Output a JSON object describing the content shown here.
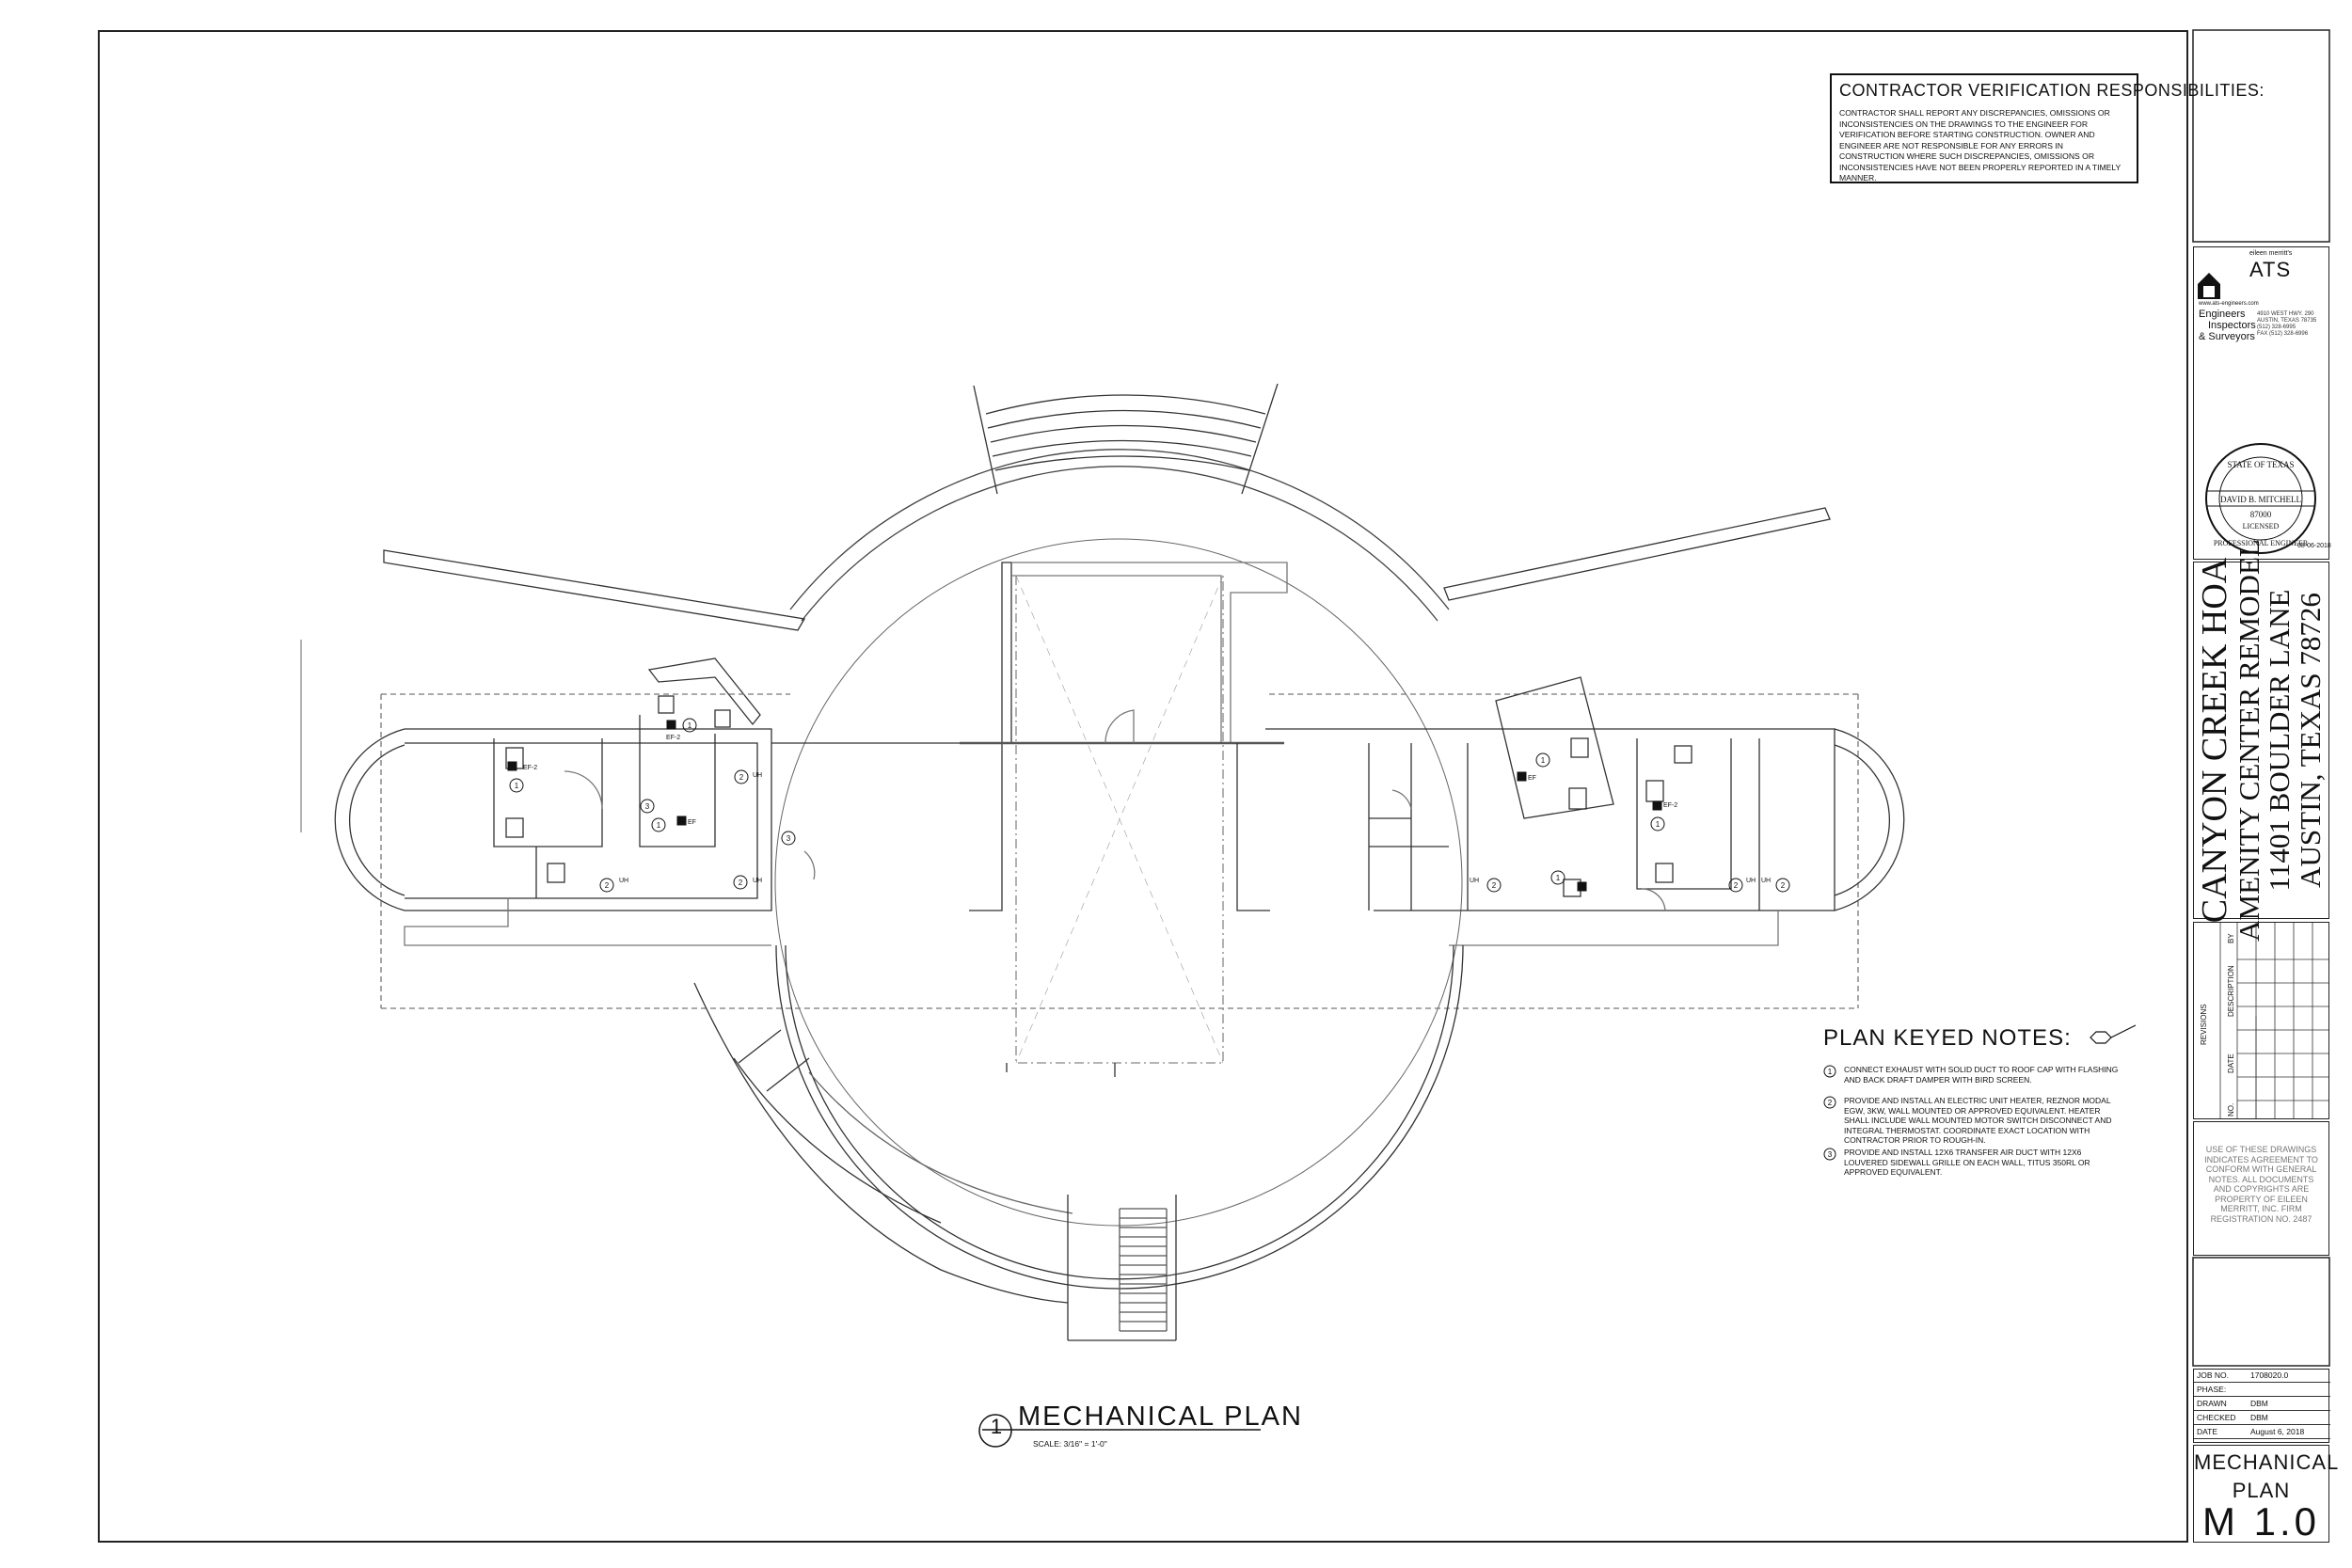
{
  "contractor_verification": {
    "title": "CONTRACTOR VERIFICATION RESPONSIBILITIES:",
    "body": "CONTRACTOR SHALL REPORT ANY DISCREPANCIES, OMISSIONS OR INCONSISTENCIES ON THE DRAWINGS TO THE ENGINEER FOR VERIFICATION BEFORE STARTING CONSTRUCTION. OWNER AND ENGINEER ARE NOT RESPONSIBLE FOR ANY ERRORS IN CONSTRUCTION WHERE SUCH DISCREPANCIES, OMISSIONS OR INCONSISTENCIES HAVE NOT BEEN PROPERLY REPORTED IN A TIMELY MANNER."
  },
  "firm": {
    "owner": "eileen merritt's",
    "name": "ATS",
    "website": "www.ats-engineers.com",
    "line1": "Engineers",
    "line2": "Inspectors",
    "line3": "& Surveyors",
    "addr1": "4910 WEST HWY. 290",
    "addr2": "AUSTIN, TEXAS 78735",
    "addr3": "(512) 328-6995",
    "addr4": "FAX (512) 328-6996"
  },
  "seal": {
    "state": "STATE OF TEXAS",
    "name": "DAVID B. MITCHELL",
    "number": "87000",
    "licensed": "LICENSED",
    "profession": "PROFESSIONAL ENGINEER",
    "date": "08-06-2018"
  },
  "project": {
    "line1": "CANYON CREEK HOA",
    "line2": "AMENITY CENTER REMODEL",
    "line3": "11401 BOULDER LANE",
    "line4": "AUSTIN, TEXAS 78726"
  },
  "revisions": {
    "heading": "REVISIONS",
    "col_no": "NO.",
    "col_date": "DATE",
    "col_desc": "DESCRIPTION",
    "col_by": "BY"
  },
  "use_notice": "USE OF THESE DRAWINGS INDICATES AGREEMENT TO CONFORM WITH GENERAL NOTES. ALL DOCUMENTS AND COPYRIGHTS ARE PROPERTY OF EILEEN MERRITT, INC. FIRM REGISTRATION NO. 2487",
  "job": {
    "job_no_label": "JOB NO.",
    "job_no": "1708020.0",
    "phase_label": "PHASE:",
    "phase": "",
    "drawn_label": "DRAWN",
    "drawn": "DBM",
    "checked_label": "CHECKED",
    "checked": "DBM",
    "date_label": "DATE",
    "date": "August 6, 2018"
  },
  "sheet": {
    "title_line1": "MECHANICAL",
    "title_line2": "PLAN",
    "number": "M 1.0"
  },
  "keyed_notes": {
    "title": "PLAN KEYED NOTES:",
    "notes": [
      {
        "num": "1",
        "text": "CONNECT EXHAUST WITH SOLID DUCT TO ROOF CAP WITH FLASHING AND BACK DRAFT DAMPER WITH BIRD SCREEN."
      },
      {
        "num": "2",
        "text": "PROVIDE AND INSTALL AN ELECTRIC UNIT HEATER, REZNOR MODAL EGW, 3KW, WALL MOUNTED OR APPROVED EQUIVALENT. HEATER SHALL INCLUDE WALL MOUNTED MOTOR SWITCH DISCONNECT AND INTEGRAL THERMOSTAT. COORDINATE EXACT LOCATION WITH CONTRACTOR PRIOR TO ROUGH-IN."
      },
      {
        "num": "3",
        "text": "PROVIDE AND INSTALL 12x6 TRANSFER AIR DUCT WITH 12X6 LOUVERED SIDEWALL GRILLE ON EACH WALL, TITUS 350RL OR APPROVED EQUIVALENT."
      }
    ]
  },
  "drawing": {
    "number": "1",
    "title": "MECHANICAL PLAN",
    "scale": "SCALE: 3/16\" = 1'-0\""
  },
  "tags": {
    "ef2": "EF-2",
    "ef": "EF",
    "uh": "UH",
    "n1": "1",
    "n2": "2",
    "n3": "3"
  }
}
